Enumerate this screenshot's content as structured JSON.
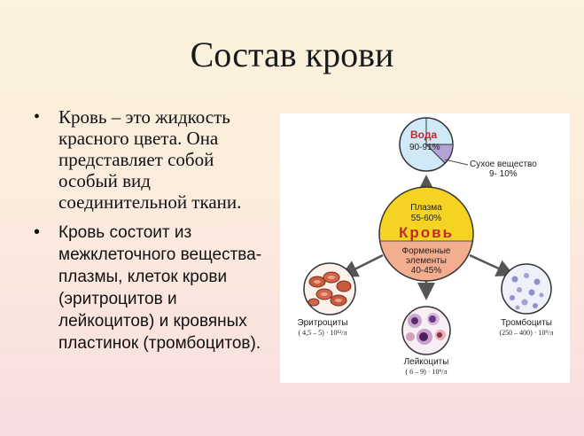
{
  "slide": {
    "title": "Состав крови",
    "bullets": [
      "Кровь – это жидкость красного цвета. Она представляет собой особый вид соединительной ткани.",
      "Кровь состоит из межклеточного вещества-плазмы, клеток крови (эритроцитов и лейкоцитов) и кровяных пластинок (тромбоцитов)."
    ]
  },
  "diagram": {
    "water": {
      "label": "Вода",
      "value": "90-91%"
    },
    "dry_matter": {
      "label": "Сухое вещество",
      "value": "9- 10%"
    },
    "plasma": {
      "label": "Плазма",
      "value": "55-60%"
    },
    "blood": {
      "label": "Кровь"
    },
    "formed": {
      "line1": "Форменные",
      "line2": "элементы",
      "value": "40-45%"
    },
    "erythrocytes": {
      "label": "Эритроциты",
      "count": "( 4,5 – 5) · 10¹²/л"
    },
    "leukocytes": {
      "label": "Лейкоциты",
      "count": "( 6 – 9) · 10⁹/л"
    },
    "thrombocytes": {
      "label": "Тромбоциты",
      "count": "(250 – 400) · 10⁹/л"
    },
    "colors": {
      "water_fill": "#cfe9f6",
      "dry_fill": "#b3a3d6",
      "plasma_fill": "#f5d323",
      "formed_fill": "#f3ae90",
      "title_red": "#c0282d"
    }
  }
}
